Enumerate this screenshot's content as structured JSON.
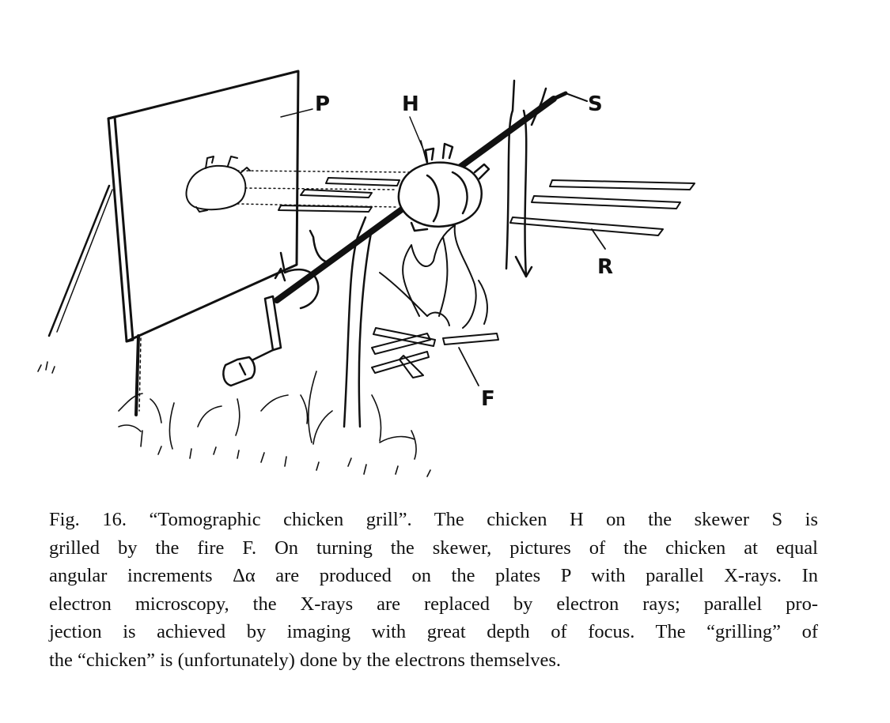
{
  "figure": {
    "labels": {
      "plate": "P",
      "chicken": "H",
      "skewer": "S",
      "rays": "R",
      "fire": "F"
    }
  },
  "caption": {
    "lines": [
      "Fig. 16. “Tomographic chicken grill”. The chicken H on the skewer S is",
      "grilled by the fire F. On turning the skewer, pictures of the chicken at equal",
      "angular increments Δα are produced on the plates P with parallel X-rays. In",
      "electron microscopy, the X-rays are replaced by electron rays; parallel pro-",
      "jection is achieved by imaging with great depth of focus. The “grilling” of",
      "the “chicken” is (unfortunately) done by the electrons themselves."
    ]
  }
}
